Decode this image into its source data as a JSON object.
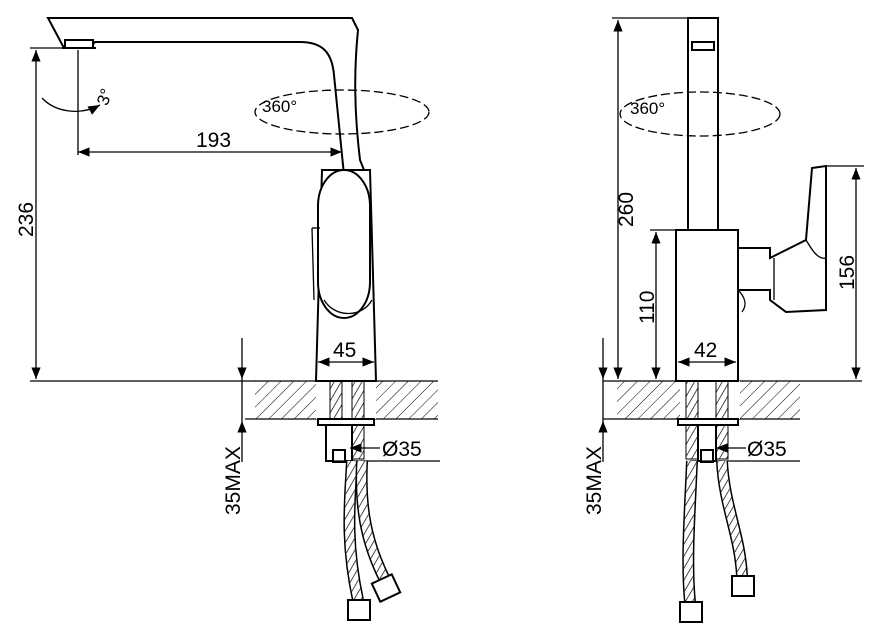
{
  "side_view": {
    "swivel_angle": "360°",
    "tilt_angle": "3°",
    "spout_reach": "193",
    "total_height": "236",
    "base_diameter": "45",
    "hole_diameter": "Ø35",
    "max_deck_thickness": "35MAX"
  },
  "front_view": {
    "swivel_angle": "360°",
    "total_height": "260",
    "body_height": "110",
    "handle_height": "156",
    "base_diameter": "42",
    "hole_diameter": "Ø35",
    "max_deck_thickness": "35MAX"
  }
}
